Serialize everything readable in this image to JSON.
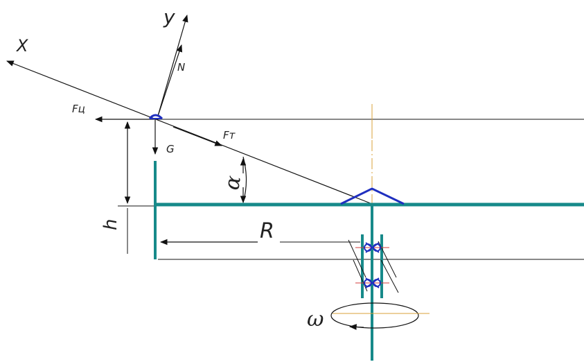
{
  "labels": {
    "x_axis": "X",
    "y_axis": "y",
    "normal_force": "N",
    "centrifugal_force": "Fц",
    "friction_force": "Fт",
    "gravity": "G",
    "angle": "α",
    "height": "h",
    "radius": "R",
    "angular_velocity": "ω"
  },
  "colors": {
    "line": "#111111",
    "teal": "#178a8a",
    "blue": "#1f2fbf",
    "axis": "#d9a23a",
    "red": "#d23b3b"
  }
}
